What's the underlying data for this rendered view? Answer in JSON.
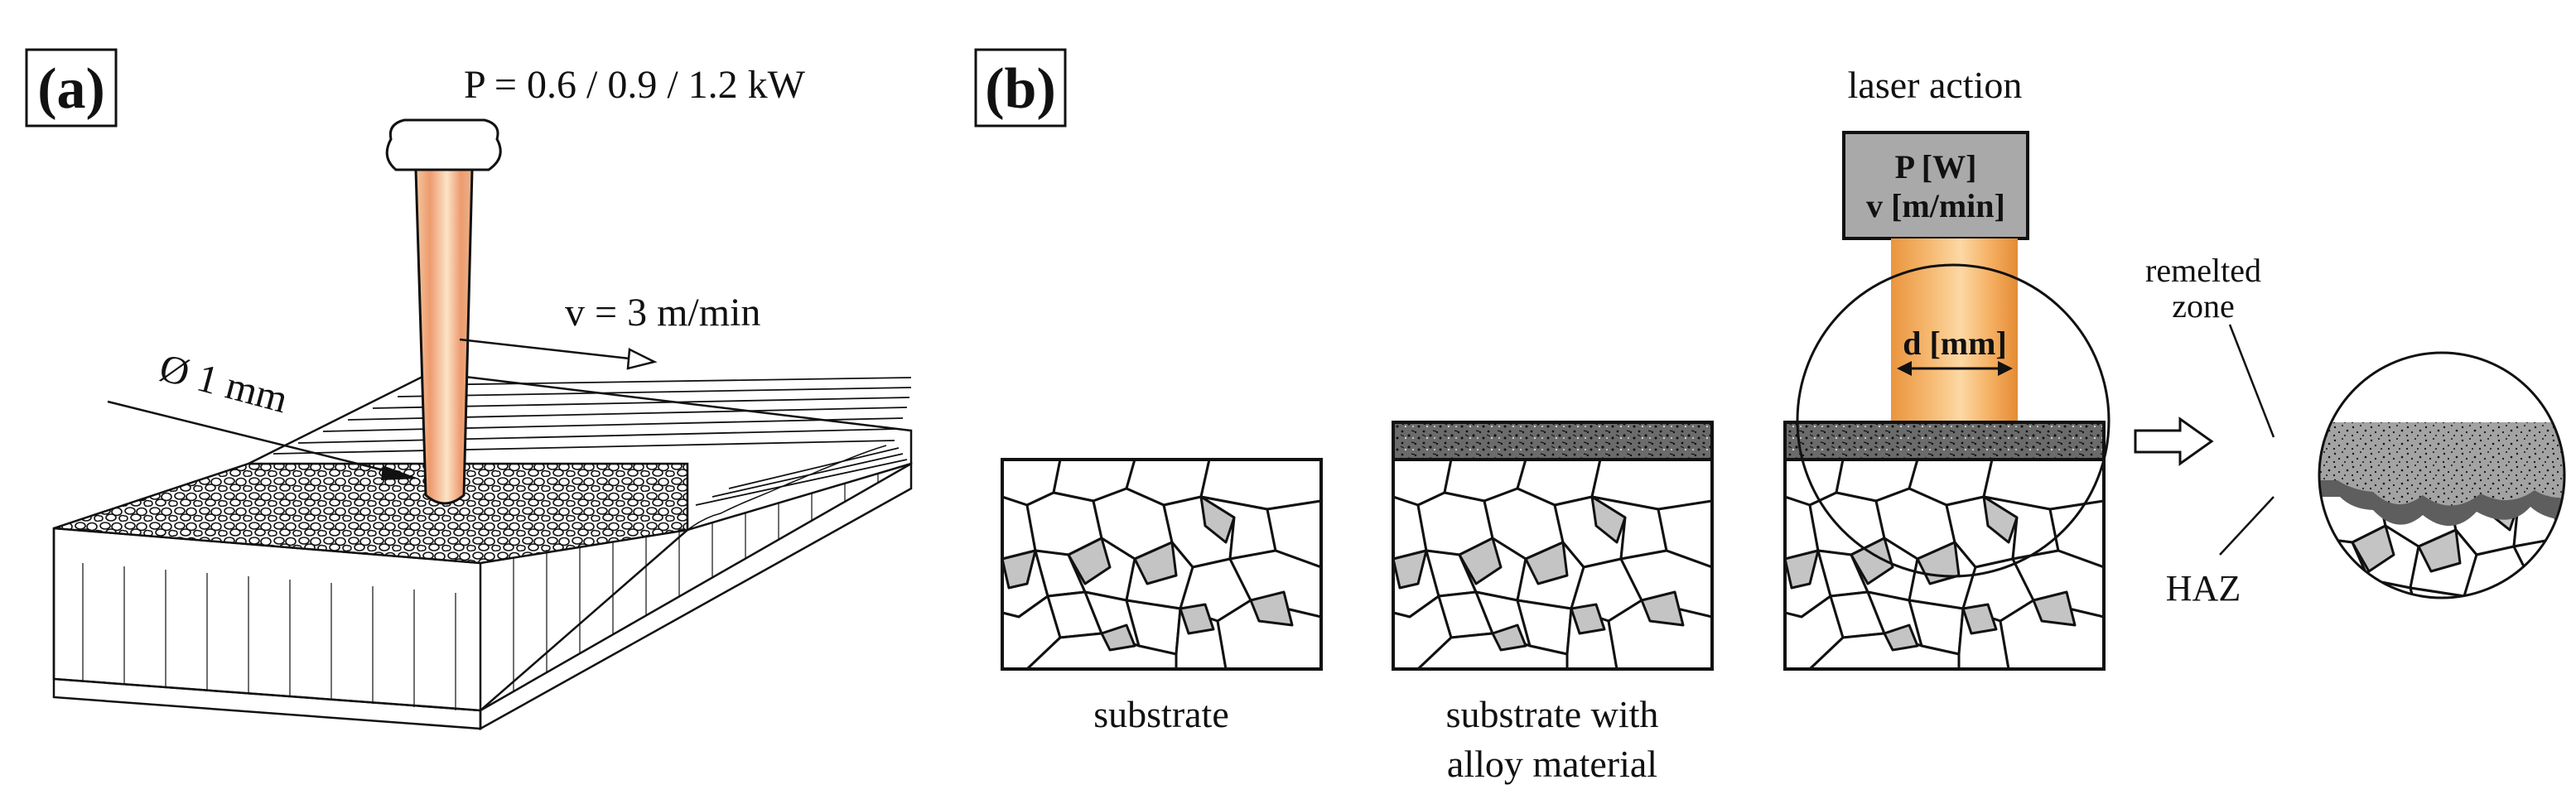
{
  "panel_a": {
    "label": "(a)",
    "power": "P = 0.6 / 0.9 / 1.2 kW",
    "speed": "v = 3 m/min",
    "diameter": "Ø 1 mm"
  },
  "panel_b": {
    "label": "(b)",
    "laser_action": "laser action",
    "head_power": "P [W]",
    "head_speed": "v [m/min]",
    "beam_diameter": "d [mm]",
    "remelted_line1": "remelted",
    "remelted_line2": "zone",
    "haz": "HAZ",
    "caption_substrate": "substrate",
    "caption_alloy_line1": "substrate with",
    "caption_alloy_line2": "alloy material"
  }
}
